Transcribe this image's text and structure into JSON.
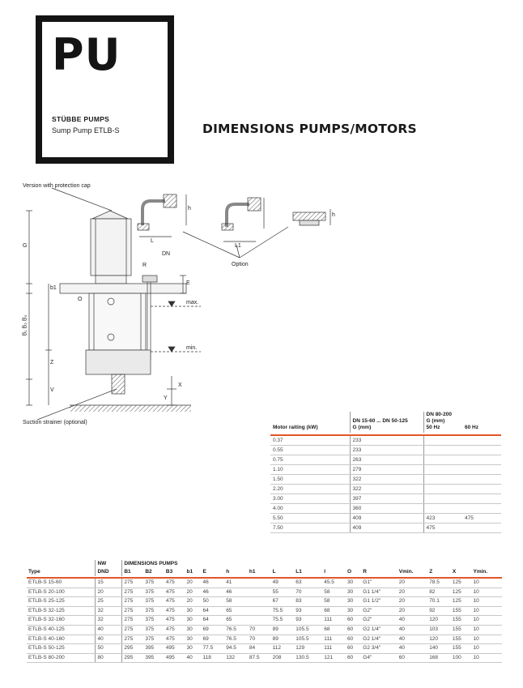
{
  "logo": {
    "letters": "PU",
    "brand": "STÜBBE PUMPS",
    "subtitle": "Sump Pump ETLB-S"
  },
  "page_title": "DIMENSIONS PUMPS/MOTORS",
  "drawing": {
    "label_protection_cap": "Version with protection cap",
    "label_option": "Option",
    "label_suction_strainer": "Suction strainer (optional)",
    "dim_labels": {
      "G": "G",
      "b1": "b1",
      "O": "O",
      "B": "B₁ B₂ B₃",
      "Z": "Z",
      "V": "V",
      "R": "R",
      "DN": "DN",
      "E": "E",
      "L": "L",
      "L1": "L1",
      "h": "h",
      "h1": "h",
      "max": "max.",
      "min": "min.",
      "X": "X",
      "Y": "Y"
    }
  },
  "motor_table": {
    "header_group_1": "DN 15-60 ... DN 50-125",
    "header_group_1_sub": "G (mm)",
    "header_group_2": "DN 80-200",
    "header_group_2_sub": "G (mm)",
    "col_motor": "Motor raiting (kW)",
    "col_50hz": "50 Hz",
    "col_60hz": "60 Hz",
    "rows": [
      {
        "kw": "0.37",
        "g1": "233",
        "g50": "",
        "g60": ""
      },
      {
        "kw": "0.55",
        "g1": "233",
        "g50": "",
        "g60": ""
      },
      {
        "kw": "0.75",
        "g1": "263",
        "g50": "",
        "g60": ""
      },
      {
        "kw": "1.10",
        "g1": "279",
        "g50": "",
        "g60": ""
      },
      {
        "kw": "1.50",
        "g1": "322",
        "g50": "",
        "g60": ""
      },
      {
        "kw": "2.20",
        "g1": "322",
        "g50": "",
        "g60": ""
      },
      {
        "kw": "3.00",
        "g1": "397",
        "g50": "",
        "g60": ""
      },
      {
        "kw": "4.00",
        "g1": "360",
        "g50": "",
        "g60": ""
      },
      {
        "kw": "5.50",
        "g1": "409",
        "g50": "423",
        "g60": "475"
      },
      {
        "kw": "7.50",
        "g1": "409",
        "g50": "475",
        "g60": ""
      }
    ]
  },
  "dim_table": {
    "group_nw": "NW",
    "group_dims": "DIMENSIONS PUMPS",
    "headers": [
      "Type",
      "DND",
      "B1",
      "B2",
      "B3",
      "b1",
      "E",
      "h",
      "h1",
      "L",
      "L1",
      "l",
      "O",
      "R",
      "Vmin.",
      "Z",
      "X",
      "Ymin."
    ],
    "rows": [
      [
        "ETLB-S 15-60",
        "15",
        "275",
        "375",
        "475",
        "20",
        "46",
        "41",
        "",
        "49",
        "63",
        "45.5",
        "30",
        "G1\"",
        "20",
        "78.5",
        "125",
        "10"
      ],
      [
        "ETLB-S 20-100",
        "20",
        "275",
        "375",
        "475",
        "20",
        "46",
        "46",
        "",
        "55",
        "70",
        "58",
        "30",
        "G1 1/4\"",
        "20",
        "82",
        "125",
        "10"
      ],
      [
        "ETLB-S 25-125",
        "25",
        "275",
        "375",
        "475",
        "20",
        "50",
        "58",
        "",
        "67",
        "83",
        "58",
        "30",
        "G1 1/2\"",
        "20",
        "70.1",
        "125",
        "10"
      ],
      [
        "ETLB-S 32-125",
        "32",
        "275",
        "375",
        "475",
        "30",
        "64",
        "65",
        "",
        "75.5",
        "93",
        "68",
        "30",
        "G2\"",
        "20",
        "92",
        "155",
        "10"
      ],
      [
        "ETLB-S 32-160",
        "32",
        "275",
        "375",
        "475",
        "30",
        "64",
        "65",
        "",
        "75.5",
        "93",
        "111",
        "60",
        "G2\"",
        "40",
        "120",
        "155",
        "10"
      ],
      [
        "ETLB-S 40-125",
        "40",
        "275",
        "375",
        "475",
        "30",
        "69",
        "76.5",
        "70",
        "89",
        "105.5",
        "68",
        "60",
        "G2 1/4\"",
        "40",
        "103",
        "155",
        "10"
      ],
      [
        "ETLB-S 40-160",
        "40",
        "275",
        "375",
        "475",
        "30",
        "69",
        "76.5",
        "70",
        "89",
        "105.5",
        "111",
        "60",
        "G2 1/4\"",
        "40",
        "120",
        "155",
        "10"
      ],
      [
        "ETLB-S 50-125",
        "50",
        "295",
        "395",
        "495",
        "30",
        "77.5",
        "94.5",
        "84",
        "112",
        "129",
        "111",
        "60",
        "G2 3/4\"",
        "40",
        "140",
        "155",
        "10"
      ],
      [
        "ETLB-S 80-200",
        "80",
        "295",
        "395",
        "495",
        "40",
        "118",
        "132",
        "87.5",
        "208",
        "130.5",
        "121",
        "60",
        "G4\"",
        "60",
        "168",
        "100",
        "10"
      ]
    ]
  },
  "colors": {
    "accent": "#e2562a",
    "ink": "#141414"
  }
}
